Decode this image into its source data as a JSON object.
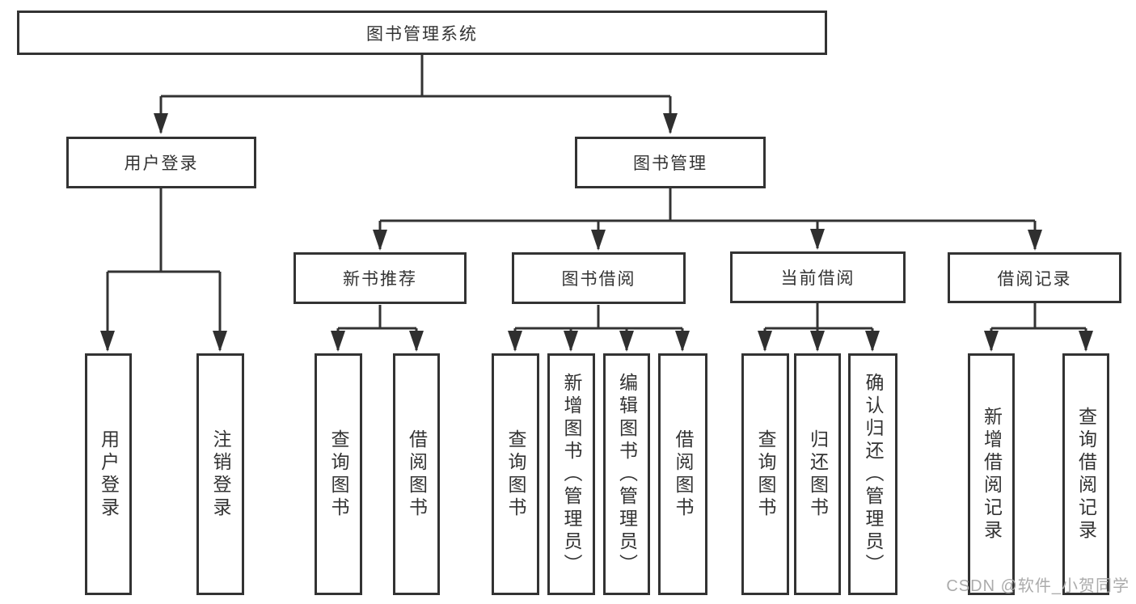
{
  "diagram_title": "图书管理系统",
  "colors": {
    "line": "#333333",
    "box_border": "#333333",
    "text": "#333333",
    "watermark": "#ababab",
    "background": "#ffffff"
  },
  "root": {
    "label": "图书管理系统"
  },
  "level2": [
    {
      "label": "用户登录"
    },
    {
      "label": "图书管理"
    }
  ],
  "level3": [
    {
      "label": "新书推荐",
      "parent": "图书管理"
    },
    {
      "label": "图书借阅",
      "parent": "图书管理"
    },
    {
      "label": "当前借阅",
      "parent": "图书管理"
    },
    {
      "label": "借阅记录",
      "parent": "图书管理"
    }
  ],
  "leaves": [
    {
      "label": "用户登录",
      "parent": "用户登录"
    },
    {
      "label": "注销登录",
      "parent": "用户登录"
    },
    {
      "label": "查询图书",
      "parent": "新书推荐"
    },
    {
      "label": "借阅图书",
      "parent": "新书推荐"
    },
    {
      "label": "查询图书",
      "parent": "图书借阅"
    },
    {
      "label": "新增图书（管理员）",
      "parent": "图书借阅"
    },
    {
      "label": "编辑图书（管理员）",
      "parent": "图书借阅"
    },
    {
      "label": "借阅图书",
      "parent": "图书借阅"
    },
    {
      "label": "查询图书",
      "parent": "当前借阅"
    },
    {
      "label": "归还图书",
      "parent": "当前借阅"
    },
    {
      "label": "确认归还（管理员）",
      "parent": "当前借阅"
    },
    {
      "label": "新增借阅记录",
      "parent": "借阅记录"
    },
    {
      "label": "查询借阅记录",
      "parent": "借阅记录"
    }
  ],
  "watermark": {
    "text": "CSDN @软件_小贺同学"
  }
}
